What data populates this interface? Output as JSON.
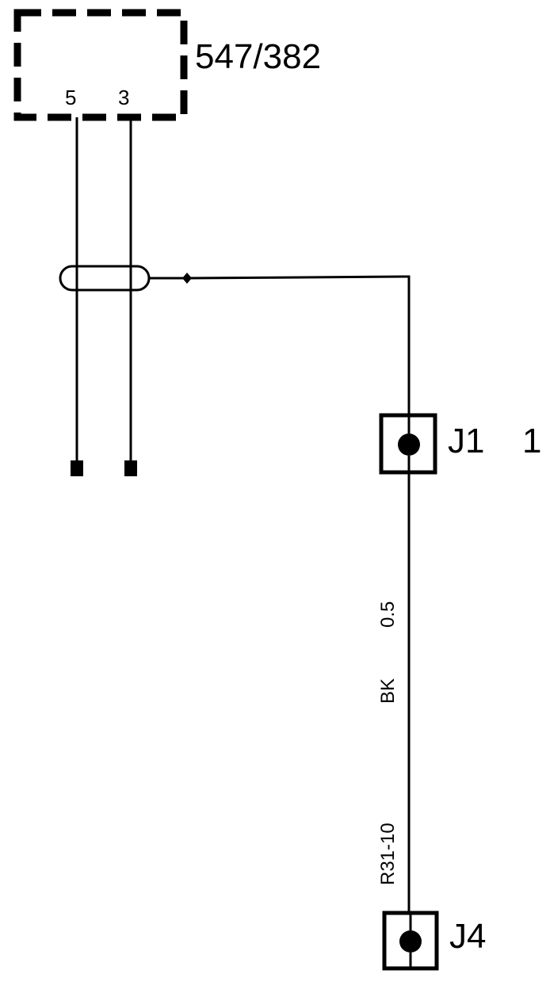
{
  "component": {
    "id": "547/382",
    "pins": [
      {
        "label": "5"
      },
      {
        "label": "3"
      }
    ]
  },
  "connectors": {
    "j1": {
      "label": "J1",
      "pin": "1"
    },
    "j4": {
      "label": "J4"
    }
  },
  "wire": {
    "size": "0.5",
    "color_code": "BK",
    "circuit": "R31-10"
  },
  "colors": {
    "ink": "#000000",
    "background": "#ffffff"
  }
}
